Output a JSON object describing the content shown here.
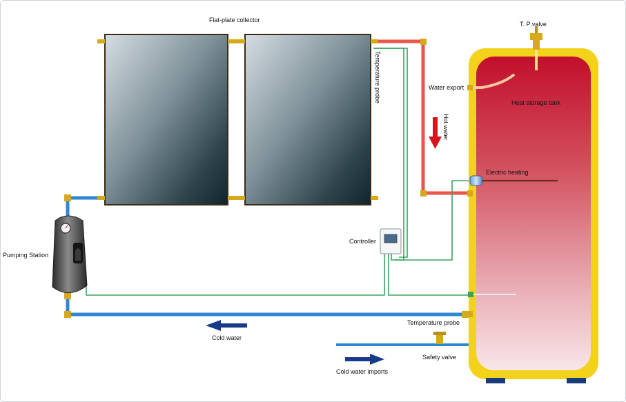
{
  "labels": {
    "collector": "Flat-plate collector",
    "temp_probe_top": "Temperature probe",
    "tp_valve": "T. P valve",
    "water_export": "Water export",
    "heat_tank": "Heat storage tank",
    "hot_water": "Hot water",
    "electric_heating": "Electric heating",
    "controller": "Controller",
    "pumping_station": "Pumping Station",
    "temp_probe_bottom": "Temperature probe",
    "cold_water": "Cold water",
    "safety_valve": "Safety valve",
    "cold_water_imports": "Cold water imports"
  },
  "colors": {
    "hot_pipe": "#e8574a",
    "cold_pipe": "#2f86d3",
    "signal_wire": "#3aa35a",
    "tank_shell": "#f2d21a",
    "tank_top": "#c0102a",
    "tank_bottom": "#f6dde0",
    "arrow_red": "#d8141c",
    "arrow_blue": "#163b8a",
    "fitting": "#d6a81c"
  }
}
